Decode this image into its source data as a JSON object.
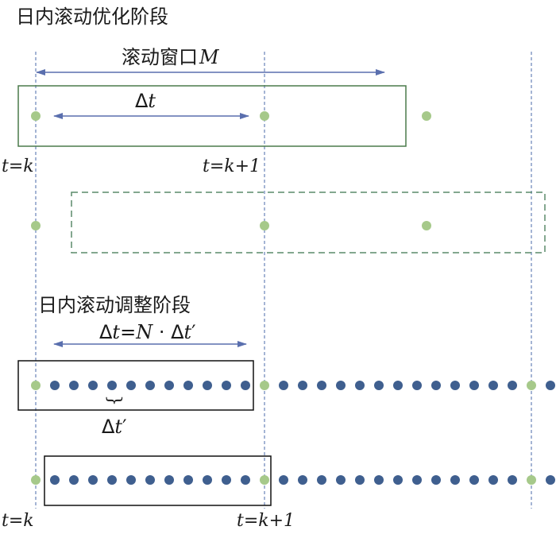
{
  "colors": {
    "green_dot": "#a6c98a",
    "blue_dot": "#3f5f8f",
    "arrow": "#5a6fae",
    "dashed_line": "#4a6aa8",
    "green_box": "#4a7a4a",
    "dashed_box": "#5a8a6a",
    "black_box": "#111111"
  },
  "section1": {
    "title": "日内滚动优化阶段",
    "window_label_cn": "滚动窗口",
    "window_label_var": "M",
    "dt_label_delta": "Δ",
    "dt_label_t": "t",
    "t_k_label": "t=k",
    "t_k1_label": "t=k+1"
  },
  "section2": {
    "title": "日内滚动调整阶段",
    "formula_delta1": "Δ",
    "formula_t1": "t",
    "formula_eq": "=",
    "formula_n": "N",
    "formula_dot": " · Δ",
    "formula_t2": "t",
    "formula_prime": "′",
    "small_dt_delta": "Δ",
    "small_dt_t": "t",
    "small_dt_prime": "′",
    "t_k_label": "t=k",
    "t_k1_label": "t=k+1",
    "brace": "}"
  }
}
